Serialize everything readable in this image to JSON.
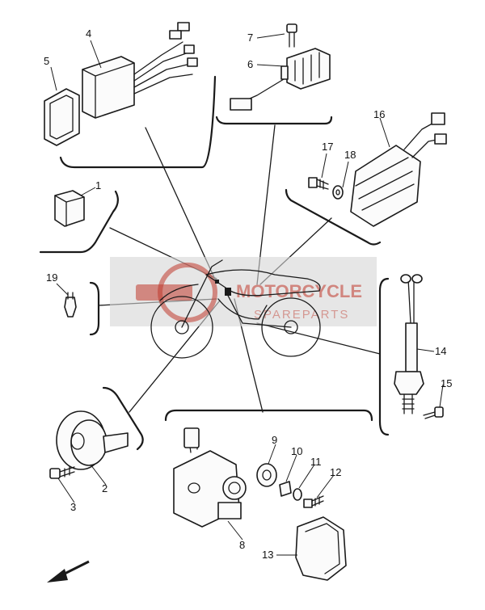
{
  "callouts": [
    {
      "id": "1",
      "text": "1"
    },
    {
      "id": "2",
      "text": "2"
    },
    {
      "id": "3",
      "text": "3"
    },
    {
      "id": "4",
      "text": "4"
    },
    {
      "id": "5",
      "text": "5"
    },
    {
      "id": "6",
      "text": "6"
    },
    {
      "id": "7",
      "text": "7"
    },
    {
      "id": "8",
      "text": "8"
    },
    {
      "id": "9",
      "text": "9"
    },
    {
      "id": "10",
      "text": "10"
    },
    {
      "id": "11",
      "text": "11"
    },
    {
      "id": "12",
      "text": "12"
    },
    {
      "id": "13",
      "text": "13"
    },
    {
      "id": "14",
      "text": "14"
    },
    {
      "id": "15",
      "text": "15"
    },
    {
      "id": "16",
      "text": "16"
    },
    {
      "id": "17",
      "text": "17"
    },
    {
      "id": "18",
      "text": "18"
    },
    {
      "id": "19",
      "text": "19"
    }
  ],
  "watermark": {
    "line1": "MOTORCYCLE",
    "line2": "SPAREPARTS",
    "color": "#c0392b"
  },
  "colors": {
    "ink": "#1a1a1a",
    "watermark_panel": "#d6d6d6"
  }
}
